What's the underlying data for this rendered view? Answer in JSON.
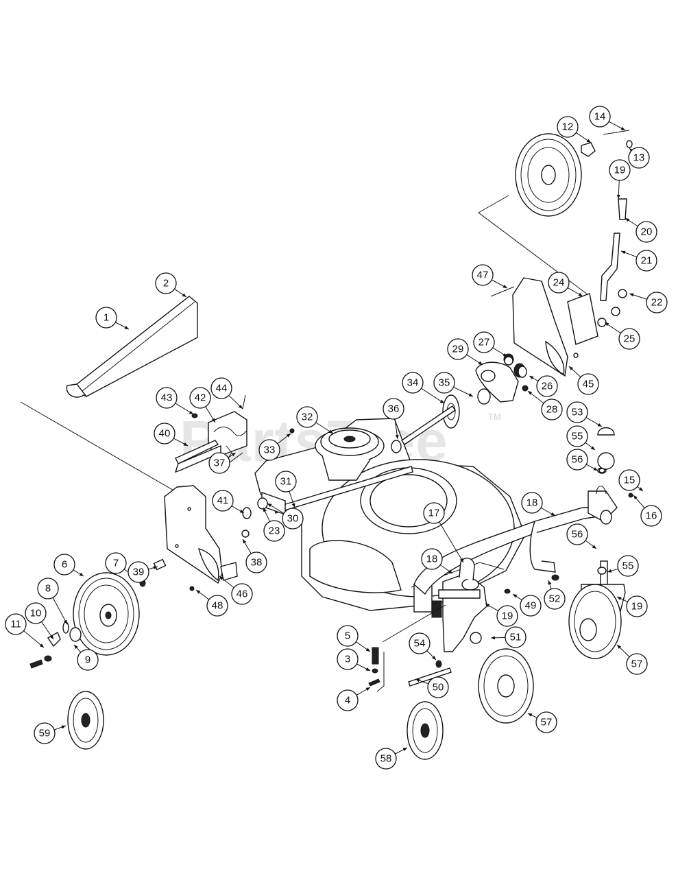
{
  "watermark": {
    "text": "PartsTree",
    "trademark": "TM"
  },
  "callouts": [
    "1",
    "2",
    "3",
    "4",
    "5",
    "6",
    "7",
    "8",
    "9",
    "10",
    "11",
    "12",
    "13",
    "14",
    "15",
    "16",
    "17",
    "18",
    "18",
    "19",
    "19",
    "19",
    "20",
    "21",
    "22",
    "23",
    "24",
    "25",
    "26",
    "27",
    "28",
    "29",
    "30",
    "31",
    "32",
    "33",
    "34",
    "35",
    "36",
    "37",
    "38",
    "39",
    "40",
    "41",
    "42",
    "43",
    "44",
    "45",
    "46",
    "47",
    "48",
    "49",
    "50",
    "51",
    "52",
    "53",
    "54",
    "55",
    "55",
    "56",
    "56",
    "57",
    "57",
    "58",
    "59"
  ]
}
